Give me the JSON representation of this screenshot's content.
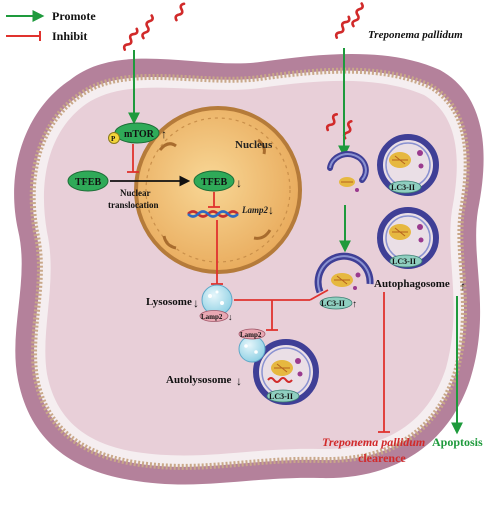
{
  "legend": {
    "promote": "Promote",
    "inhibit": "Inhibit"
  },
  "labels": {
    "organism": "Treponema pallidum",
    "nucleus": "Nucleus",
    "mtor": "mTOR",
    "p": "P",
    "tfeb_cyto": "TFEB",
    "tfeb_nuc": "TFEB",
    "translocation_1": "Nuclear",
    "translocation_2": "translocation",
    "lamp2_gene": "Lamp2",
    "lysosome": "Lysosome",
    "lamp2_lyso": "Lamp2",
    "lamp2_auto": "Lamp2",
    "lc3_1": "LC3-II",
    "lc3_2": "LC3-II",
    "lc3_3": "LC3-II",
    "lc3_4": "LC3-II",
    "autophagosome": "Autophagosome",
    "autolysosome": "Autolysosome",
    "clearance_1": "Treponema pallidum",
    "clearance_2": "clearence",
    "apoptosis": "Apoptosis"
  },
  "colors": {
    "promote": "#1e9a3c",
    "inhibit": "#e0322e",
    "cell": "#e8cfd8",
    "membrane": "#b87e97",
    "nucleus": "#f2c27a",
    "nucleus_edge": "#c08a3e",
    "tfeb": "#2faa58",
    "vesicle": "#3f3f96",
    "mito": "#e6b840"
  }
}
